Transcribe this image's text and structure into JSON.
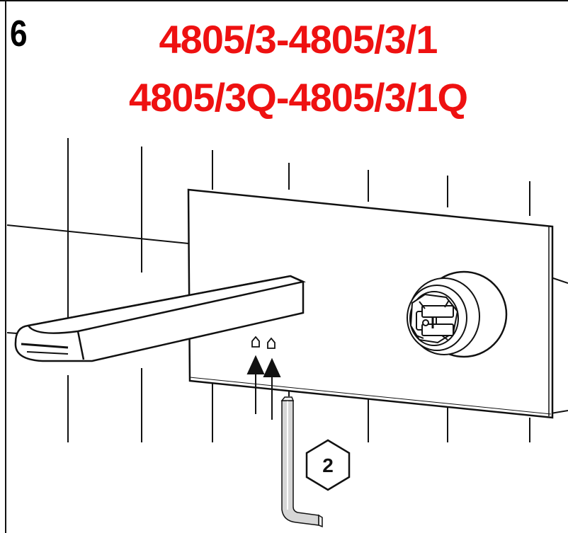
{
  "step": {
    "number": "6"
  },
  "models": {
    "line1": "4805/3-4805/3/1",
    "line2": "4805/3Q-4805/3/1Q"
  },
  "tool_badge": {
    "label": "2"
  },
  "colors": {
    "title": "#ee1111",
    "line": "#111111",
    "hex_key": "#d6d6d6",
    "background": "#ffffff"
  },
  "icons": [
    "wall-tiles",
    "wall-plate",
    "spout",
    "mixer-cartridge",
    "grub-screw",
    "up-arrow",
    "hex-key",
    "hexagon-badge"
  ]
}
